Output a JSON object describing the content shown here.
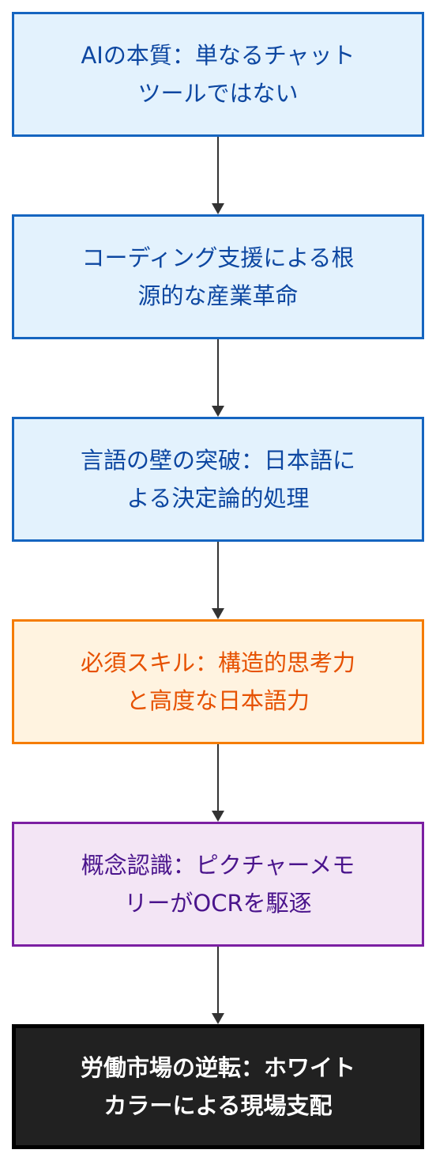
{
  "flow": {
    "steps": [
      {
        "text": "AIの本質：単なるチャット\nツールではない",
        "style": "blue"
      },
      {
        "text": "コーディング支援による根\n源的な産業革命",
        "style": "blue"
      },
      {
        "text": "言語の壁の突破：日本語に\nよる決定論的処理",
        "style": "blue"
      },
      {
        "text": "必須スキル：構造的思考力\nと高度な日本語力",
        "style": "orange"
      },
      {
        "text": "概念認識：ピクチャーメモ\nリーがOCRを駆逐",
        "style": "purple"
      },
      {
        "text": "労働市場の逆転：ホワイト\nカラーによる現場支配",
        "style": "dark"
      }
    ]
  },
  "colors": {
    "blue_border": "#1565c0",
    "blue_fill": "#e3f2fd",
    "blue_text": "#0d47a1",
    "orange_border": "#f57c00",
    "orange_fill": "#fff3e0",
    "orange_text": "#e65100",
    "purple_border": "#7b1fa2",
    "purple_fill": "#f3e5f5",
    "purple_text": "#4a148c",
    "dark_border": "#000000",
    "dark_fill": "#212121",
    "dark_text": "#ffffff",
    "arrow": "#333333"
  }
}
